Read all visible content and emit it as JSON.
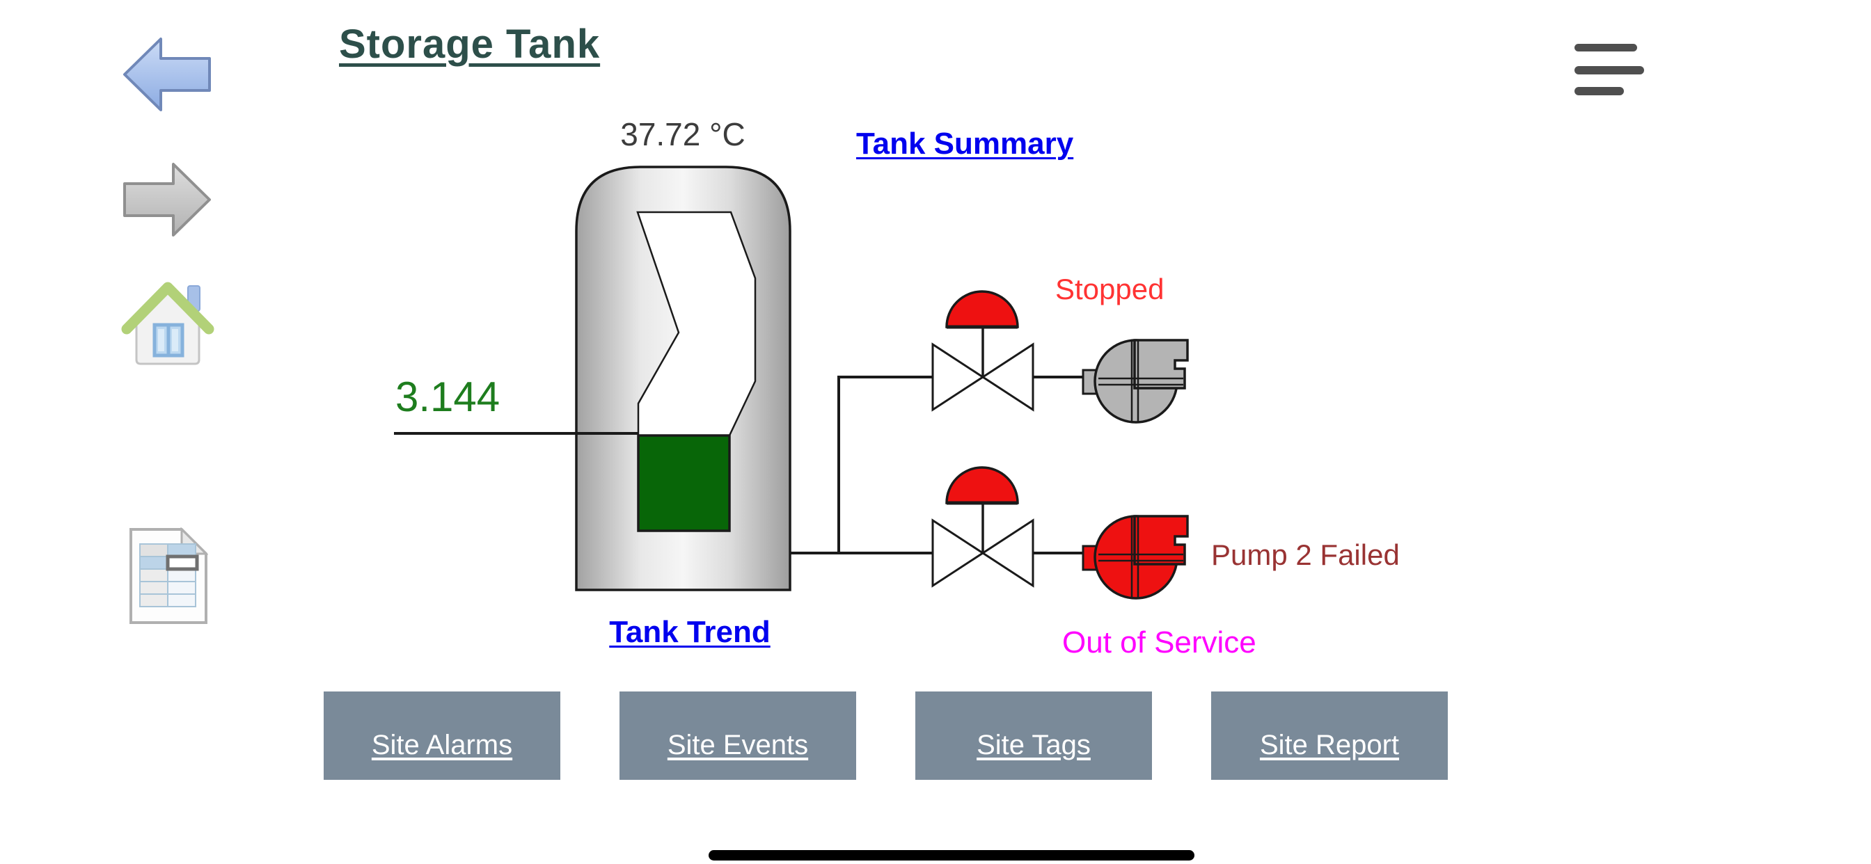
{
  "header": {
    "title": "Storage Tank"
  },
  "nav": {
    "icons": [
      "back-arrow",
      "forward-arrow",
      "home",
      "report"
    ]
  },
  "menu": {
    "icon": "hamburger-menu"
  },
  "tank": {
    "temperature": "37.72 °C",
    "level_value": "3.144",
    "summary_link_label": "Tank Summary",
    "trend_link_label": "Tank Trend"
  },
  "equipment": {
    "pump1_status": "Stopped",
    "pump2_status": "Pump 2 Failed",
    "pump2_substatus": "Out of Service"
  },
  "footer_buttons": [
    {
      "label": "Site Alarms"
    },
    {
      "label": "Site Events"
    },
    {
      "label": "Site Tags"
    },
    {
      "label": "Site Report"
    }
  ],
  "colors": {
    "title": "#2d4f4a",
    "link": "#0000ee",
    "value": "#1e7d1e",
    "temp": "#3c3c3c",
    "stopped": "#ff3333",
    "failed": "#993333",
    "oos": "#ff00ff",
    "button": "#7a8a99",
    "hamburger": "#4f4f4f",
    "tank_fill_green": "#086608",
    "pump_gray": "#b4b4b4",
    "pump_red": "#ee1111",
    "dome_red": "#ee1111"
  }
}
